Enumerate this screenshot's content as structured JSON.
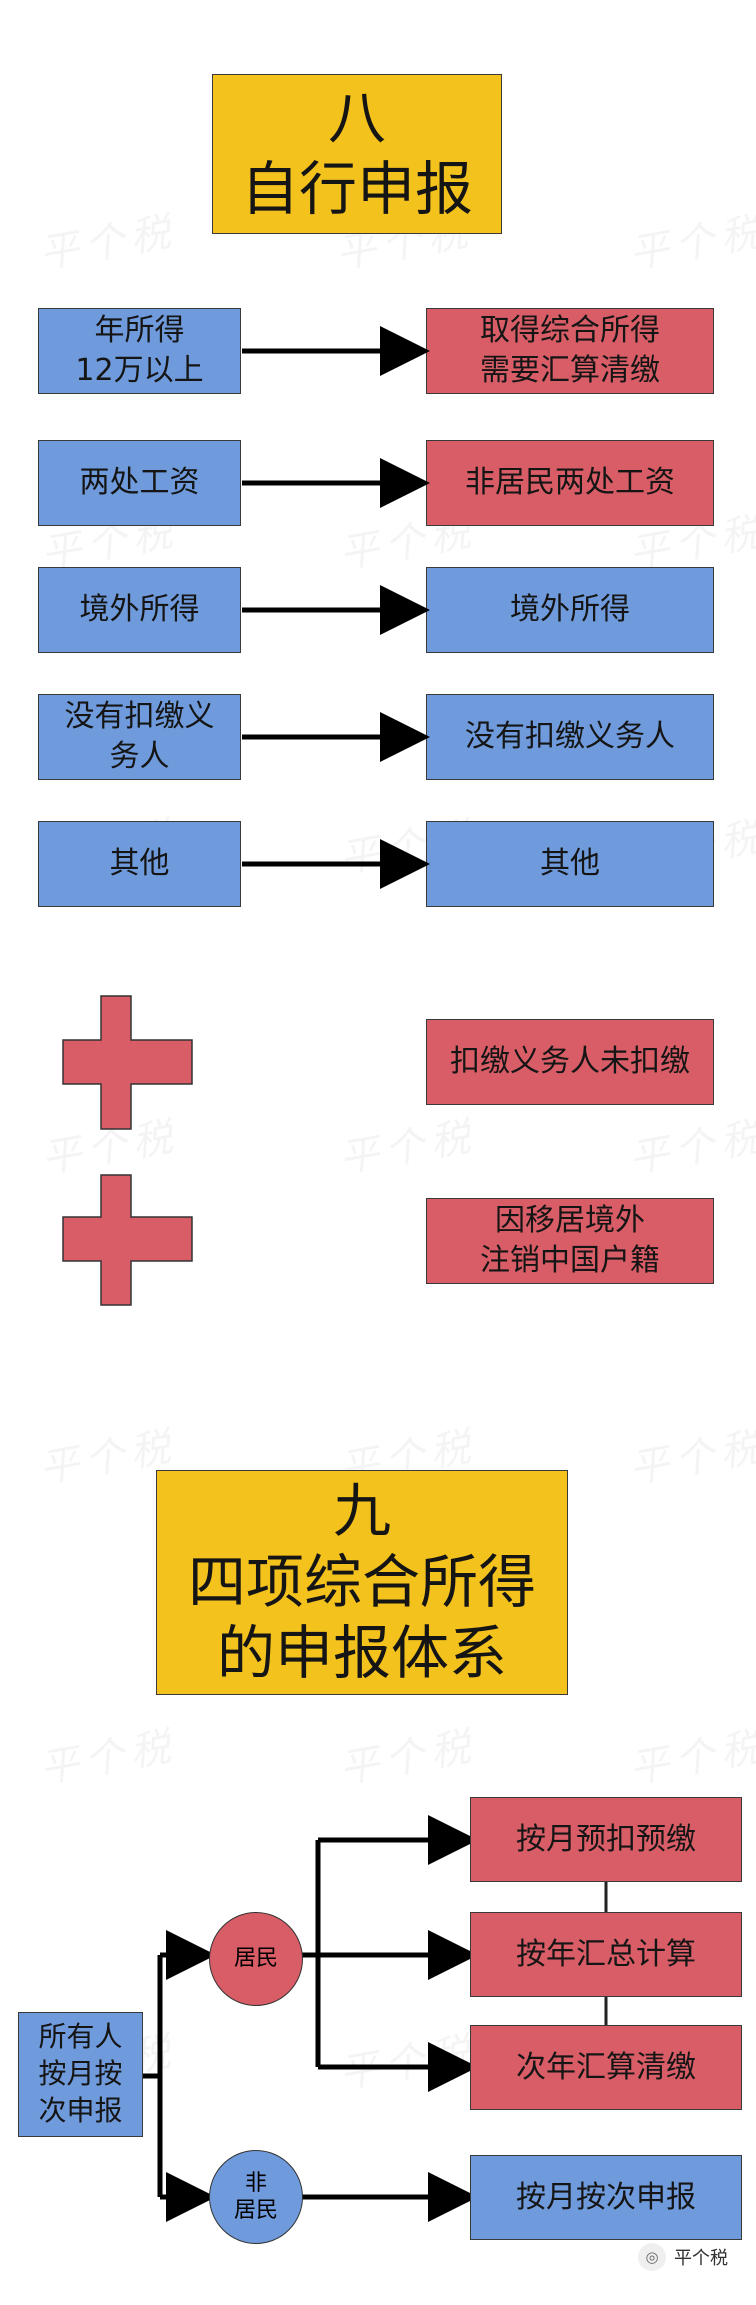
{
  "sections": {
    "eight": {
      "title": "八\n自行申报",
      "rows": [
        {
          "left": "年所得\n12万以上",
          "right": "取得综合所得\n需要汇算清缴"
        },
        {
          "left": "两处工资",
          "right": "非居民两处工资"
        },
        {
          "left": "境外所得",
          "right": "境外所得"
        },
        {
          "left": "没有扣缴义\n务人",
          "right": "没有扣缴义务人"
        },
        {
          "left": "其他",
          "right": "其他"
        }
      ],
      "extras": [
        {
          "text": "扣缴义务人未扣缴"
        },
        {
          "text": "因移居境外\n注销中国户籍"
        }
      ]
    },
    "nine": {
      "title": "九\n四项综合所得\n的申报体系",
      "source": "所有人\n按月按\n次申报",
      "resident": "居民",
      "nonresident": "非\n居民",
      "resident_outputs": [
        "按月预扣预缴",
        "按年汇总计算",
        "次年汇算清缴"
      ],
      "nonresident_output": "按月按次申报"
    }
  },
  "watermark_text": "平个税",
  "footer": {
    "brand": "平个税"
  },
  "colors": {
    "blue": "#6f9bdc",
    "red": "#d85d66",
    "yellow": "#f4c21c"
  }
}
